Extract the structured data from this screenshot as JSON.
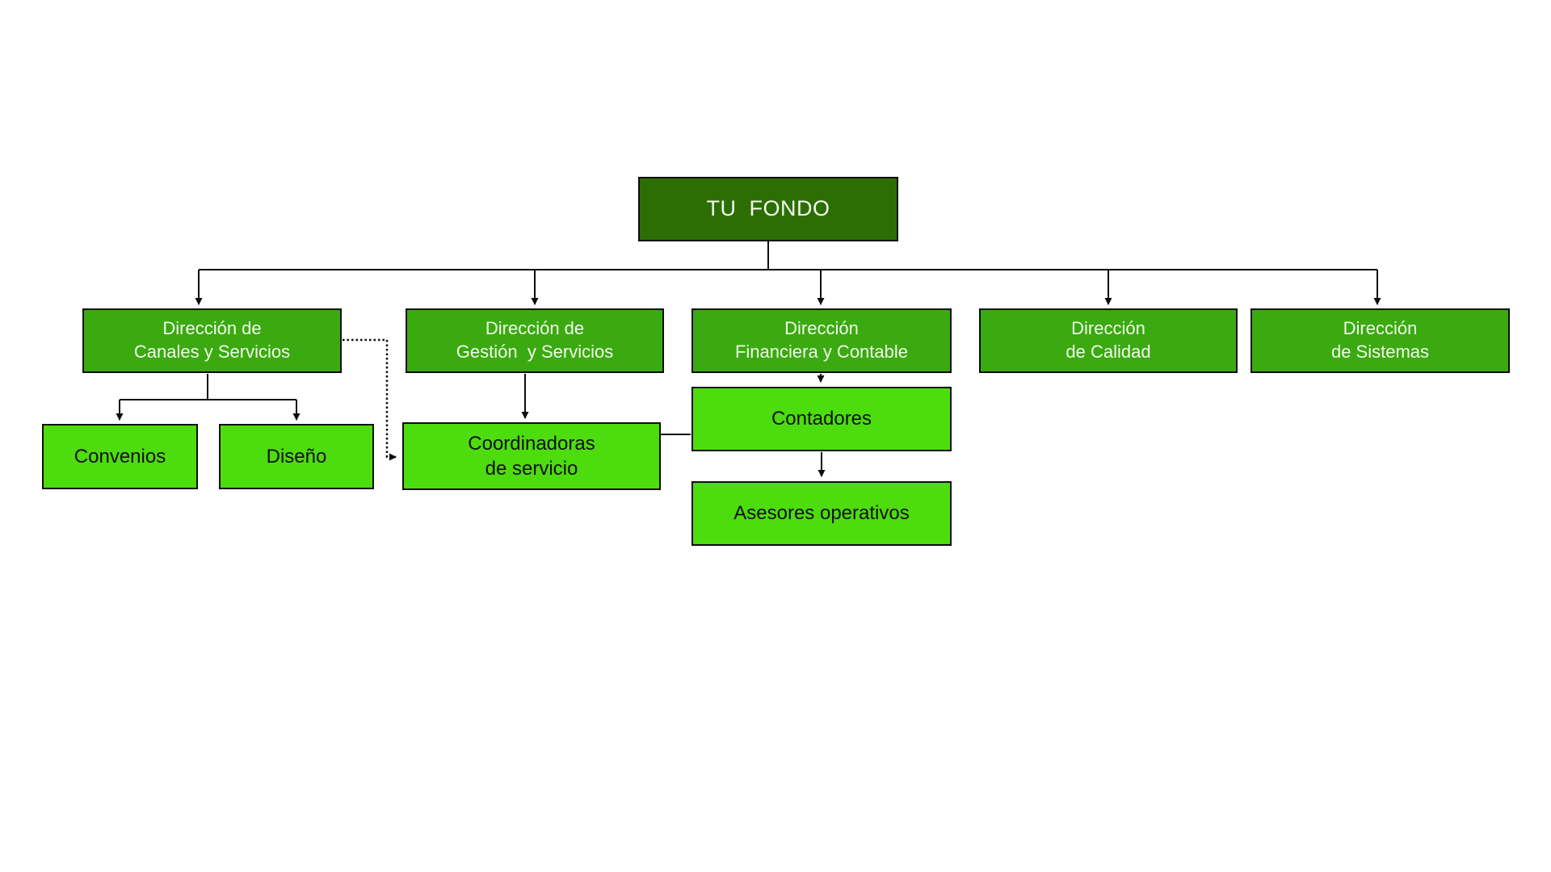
{
  "org_chart": {
    "type": "org-chart",
    "nodes": {
      "root": "TU  FONDO",
      "canales": "Dirección de\nCanales y Servicios",
      "gestion": "Dirección de\nGestión  y Servicios",
      "financiera": "Dirección\nFinanciera y Contable",
      "calidad": "Dirección\nde Calidad",
      "sistemas": "Dirección\nde Sistemas",
      "convenios": "Convenios",
      "diseno": "Diseño",
      "coordinadoras": "Coordinadoras\nde servicio",
      "contadores": "Contadores",
      "asesores": "Asesores operativos"
    },
    "edges": [
      {
        "from": "root",
        "to": "canales",
        "style": "solid-arrow"
      },
      {
        "from": "root",
        "to": "gestion",
        "style": "solid-arrow"
      },
      {
        "from": "root",
        "to": "financiera",
        "style": "solid-arrow"
      },
      {
        "from": "root",
        "to": "calidad",
        "style": "solid-arrow"
      },
      {
        "from": "root",
        "to": "sistemas",
        "style": "solid-arrow"
      },
      {
        "from": "canales",
        "to": "convenios",
        "style": "solid-arrow"
      },
      {
        "from": "canales",
        "to": "diseno",
        "style": "solid-arrow"
      },
      {
        "from": "canales",
        "to": "coordinadoras",
        "style": "dotted-arrow"
      },
      {
        "from": "gestion",
        "to": "coordinadoras",
        "style": "solid-arrow"
      },
      {
        "from": "financiera",
        "to": "contadores",
        "style": "solid-arrow"
      },
      {
        "from": "coordinadoras",
        "to": "contadores",
        "style": "solid-line"
      },
      {
        "from": "contadores",
        "to": "asesores",
        "style": "solid-arrow"
      }
    ],
    "colors": {
      "root_fill": "#2d6e04",
      "direction_fill": "#3aaa10",
      "unit_fill": "#4ddc0e",
      "line": "#0d0d0d",
      "light_text": "#f1faeb",
      "dark_text": "#101010",
      "background": "#ffffff"
    }
  }
}
